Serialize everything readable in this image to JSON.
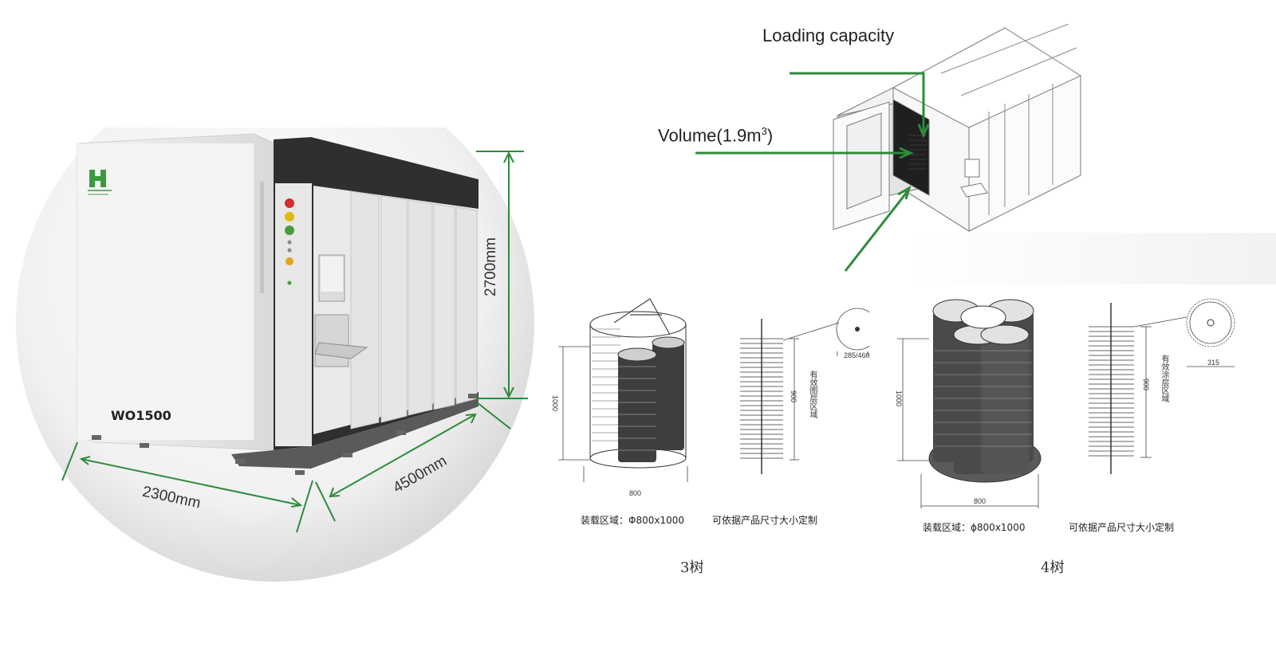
{
  "machine": {
    "model": "WO1500",
    "dimensions": {
      "width": "2300mm",
      "depth": "4500mm",
      "height": "2700mm"
    }
  },
  "callouts": {
    "loading_capacity": "Loading capacity",
    "volume": "Volume(1.9m",
    "volume_sup": "3",
    "volume_close": ")"
  },
  "drawings": {
    "three_tree": {
      "caption": "3树",
      "height_dim": "1000",
      "width_dim": "800",
      "disc_dim": "285/460",
      "coating_height": "900",
      "coating_label": "有效图层区域",
      "load_area": "装载区域：Φ800x1000",
      "custom_note": "可依据产品尺寸大小定制"
    },
    "four_tree": {
      "caption": "4树",
      "height_dim": "1000",
      "width_dim": "800",
      "disc_dim": "315",
      "coating_height": "900",
      "coating_label": "有效涂层区域",
      "load_area": "装载区域：ϕ800x1000",
      "custom_note": "可依据产品尺寸大小定制"
    }
  },
  "colors": {
    "callout_green": "#2e8b3a",
    "panel_dark": "#2f2f2f",
    "panel_light": "#ececec"
  },
  "icons": {
    "logo": "hk-logo-icon",
    "signal_lights": "traffic-light-icon"
  }
}
